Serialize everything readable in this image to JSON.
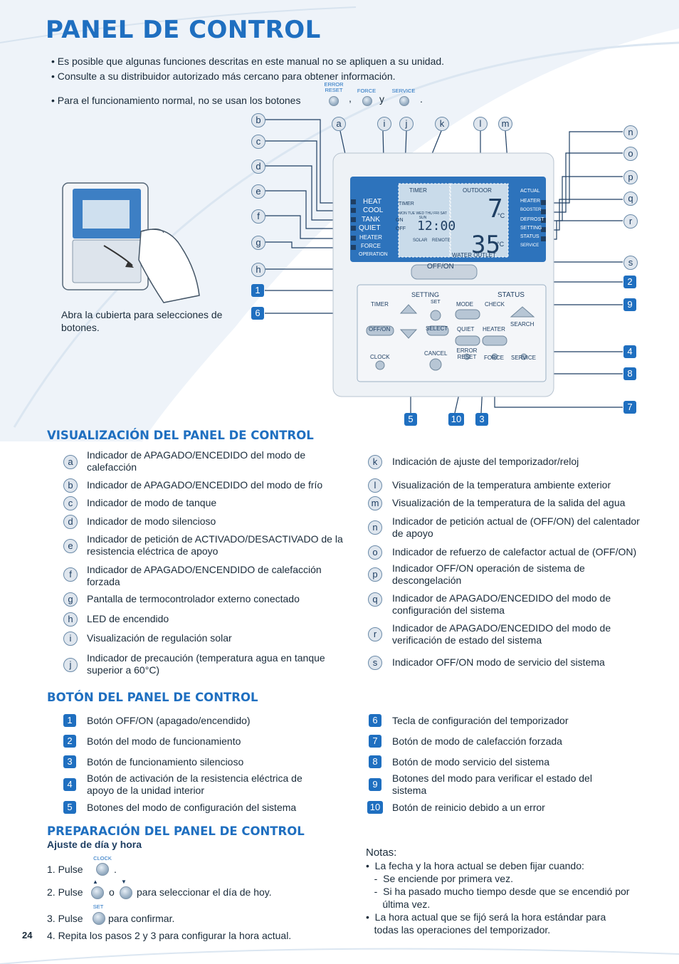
{
  "title": "PANEL DE CONTROL",
  "page_number": "24",
  "bullets": [
    "• Es posible que algunas funciones descritas en este manual no se apliquen a su unidad.",
    "• Consulte a su distribuidor autorizado más cercano para obtener información.",
    "• Para el funcionamiento normal, no se usan los botones"
  ],
  "bullet_buttons": {
    "error_reset": "ERROR RESET",
    "force": "FORCE",
    "service": "SERVICE",
    "comma": ",",
    "y": "y",
    "period": "."
  },
  "open_cover_caption": "Abra la cubierta para selecciones de botones.",
  "diagram": {
    "display": {
      "heat": "HEAT",
      "cool": "COOL",
      "tank": "TANK",
      "quiet": "QUIET",
      "heater": "HEATER",
      "force": "FORCE",
      "operation": "OPERATION",
      "timer": "TIMER",
      "timer_small": "TIMER",
      "outdoor": "OUTDOOR",
      "actual": "ACTUAL",
      "heater_r": "HEATER",
      "booster": "BOOSTER",
      "defrost": "DEFROST",
      "setting": "SETTING",
      "status": "STATUS",
      "service": "SERVICE",
      "water_outlet": "WATER OUTLET",
      "solar": "SOLAR",
      "remote": "REMOTE",
      "on": "ON",
      "off": "OFF",
      "days": "MON TUE WED THU FRI SAT SUN",
      "clock": "12:00",
      "outdoor_temp": "7",
      "water_temp": "35",
      "unit": "°C",
      "off_on": "OFF/ON"
    },
    "buttons": {
      "setting": "SETTING",
      "status": "STATUS",
      "timer": "TIMER",
      "set": "SET",
      "mode": "MODE",
      "check": "CHECK",
      "off_on": "OFF/ON",
      "select": "SELECT",
      "quiet": "QUIET",
      "heater": "HEATER",
      "search": "SEARCH",
      "clock": "CLOCK",
      "cancel": "CANCEL",
      "error_reset": "ERROR RESET",
      "force": "FORCE",
      "service": "SERVICE"
    },
    "callouts_letters": [
      "a",
      "b",
      "c",
      "d",
      "e",
      "f",
      "g",
      "h",
      "i",
      "j",
      "k",
      "l",
      "m",
      "n",
      "o",
      "p",
      "q",
      "r",
      "s"
    ],
    "callouts_numbers": [
      "1",
      "2",
      "3",
      "4",
      "5",
      "6",
      "7",
      "8",
      "9",
      "10"
    ]
  },
  "section_display": {
    "heading": "VISUALIZACIÓN DEL PANEL DE CONTROL",
    "left": [
      {
        "key": "a",
        "text": "Indicador de APAGADO/ENCEDIDO del modo de calefacción"
      },
      {
        "key": "b",
        "text": "Indicador de APAGADO/ENCEDIDO del modo de frío"
      },
      {
        "key": "c",
        "text": "Indicador de modo de tanque"
      },
      {
        "key": "d",
        "text": "Indicador de modo silencioso"
      },
      {
        "key": "e",
        "text": "Indicador de petición de  ACTIVADO/DESACTIVADO de la resistencia eléctrica de apoyo"
      },
      {
        "key": "f",
        "text": "Indicador de APAGADO/ENCENDIDO de calefacción forzada"
      },
      {
        "key": "g",
        "text": "Pantalla de termocontrolador externo conectado"
      },
      {
        "key": "h",
        "text": "LED de encendido"
      },
      {
        "key": "i",
        "text": "Visualización de regulación solar"
      },
      {
        "key": "j",
        "text": "Indicador de precaución (temperatura agua en tanque superior a 60°C)"
      }
    ],
    "right": [
      {
        "key": "k",
        "text": "Indicación de ajuste del temporizador/reloj"
      },
      {
        "key": "l",
        "text": "Visualización de la temperatura ambiente exterior"
      },
      {
        "key": "m",
        "text": "Visualización de la temperatura de la salida del agua"
      },
      {
        "key": "n",
        "text": "Indicador de petición actual de (OFF/ON) del calentador de apoyo"
      },
      {
        "key": "o",
        "text": "Indicador de refuerzo de calefactor actual de (OFF/ON)"
      },
      {
        "key": "p",
        "text": "Indicador OFF/ON operación de sistema de descongelación"
      },
      {
        "key": "q",
        "text": "Indicador de APAGADO/ENCEDIDO del modo de configuración del sistema"
      },
      {
        "key": "r",
        "text": "Indicador de APAGADO/ENCEDIDO del modo de verificación de estado del sistema"
      },
      {
        "key": "s",
        "text": "Indicador OFF/ON modo de servicio del sistema"
      }
    ]
  },
  "section_buttons": {
    "heading": "BOTÓN DEL PANEL DE CONTROL",
    "left": [
      {
        "key": "1",
        "text": "Botón OFF/ON (apagado/encendido)"
      },
      {
        "key": "2",
        "text": "Botón del modo de funcionamiento"
      },
      {
        "key": "3",
        "text": "Botón de funcionamiento silencioso"
      },
      {
        "key": "4",
        "text": "Botón de activación de la resistencia eléctrica de apoyo de la unidad interior"
      },
      {
        "key": "5",
        "text": "Botones del modo de configuración del sistema"
      }
    ],
    "right": [
      {
        "key": "6",
        "text": "Tecla de configuración del temporizador"
      },
      {
        "key": "7",
        "text": "Botón de modo de calefacción forzada"
      },
      {
        "key": "8",
        "text": "Botón de modo servicio del sistema"
      },
      {
        "key": "9",
        "text": "Botones del modo para verificar el estado del sistema"
      },
      {
        "key": "10",
        "text": "Botón de reinicio debido a un error"
      }
    ]
  },
  "section_prep": {
    "heading": "PREPARACIÓN DEL PANEL DE CONTROL",
    "subheading": "Ajuste de día y hora",
    "step1_a": "1. Pulse",
    "step1_btn": "CLOCK",
    "step1_b": ".",
    "step2_a": "2. Pulse",
    "step2_o": "o",
    "step2_b": "para seleccionar el día de hoy.",
    "step3_a": "3. Pulse",
    "step3_btn": "SET",
    "step3_b": "para confirmar.",
    "step4": "4. Repita los pasos 2 y 3 para configurar la hora actual."
  },
  "notes": {
    "title": "Notas:",
    "lines": [
      "•  La fecha y la hora actual se deben fijar cuando:",
      "   -  Se enciende por primera vez.",
      "   -  Si ha pasado mucho tiempo desde que se encendió por",
      "      última vez.",
      "•  La hora actual que se fijó será la hora estándar para",
      "   todas las operaciones del temporizador."
    ]
  }
}
